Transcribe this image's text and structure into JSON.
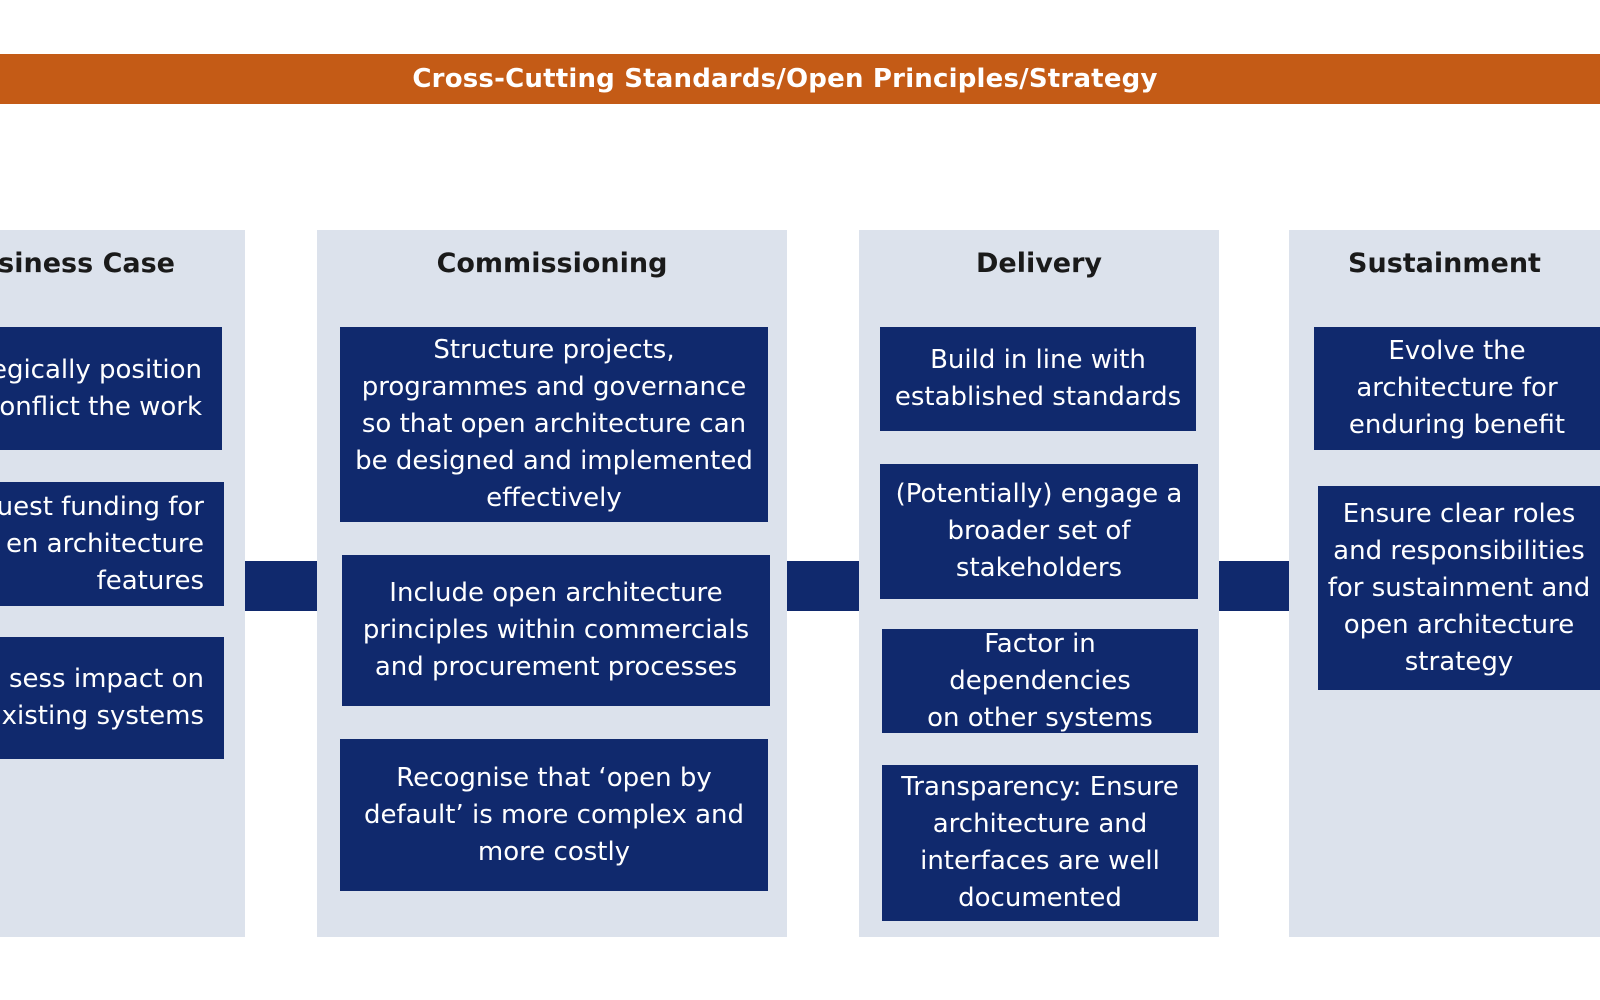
{
  "banner": {
    "title": "Cross-Cutting Standards/Open Principles/Strategy"
  },
  "columns": {
    "business": {
      "title": "usiness Case",
      "items": [
        "tegically position\nconflict the work",
        "quest funding for\nen architecture\nfeatures",
        "sess impact on\nxisting systems"
      ]
    },
    "commissioning": {
      "title": "Commissioning",
      "items": [
        "Structure projects,\nprogrammes and governance\nso that open architecture can\nbe designed and implemented\neffectively",
        "Include open architecture\nprinciples within commercials\nand procurement processes",
        "Recognise that ‘open by\ndefault’ is more complex and\nmore costly"
      ]
    },
    "delivery": {
      "title": "Delivery",
      "items": [
        "Build in line with\nestablished standards",
        "(Potentially) engage a\nbroader set of\nstakeholders",
        "Factor in dependencies\non other systems",
        "Transparency: Ensure\narchitecture and\ninterfaces are well\ndocumented"
      ]
    },
    "sustainment": {
      "title": "Sustainment",
      "items": [
        "Evolve the\narchitecture for\nenduring benefit",
        "Ensure clear roles\nand responsibilities\nfor sustainment and\nopen architecture\nstrategy"
      ]
    }
  },
  "colors": {
    "banner": "#c45b16",
    "card": "#10296d",
    "column": "#dce2ec",
    "connector": "#10296d"
  }
}
